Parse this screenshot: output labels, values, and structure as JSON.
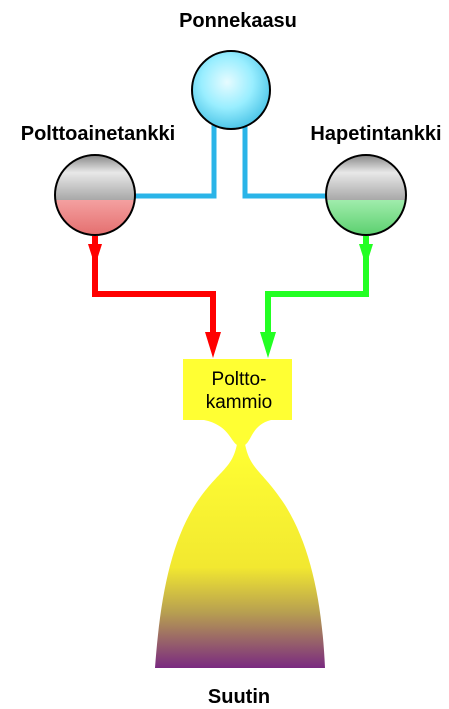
{
  "labels": {
    "pressurant": "Ponnekaasu",
    "fuel_tank": "Polttoainetankki",
    "oxidizer_tank": "Hapetintankki",
    "chamber_line1": "Poltto-",
    "chamber_line2": "kammio",
    "nozzle": "Suutin"
  },
  "colors": {
    "pressurant_gas": "#66ccff",
    "pressurant_line": "#2ab4e8",
    "fuel": "#f08080",
    "fuel_line": "#ff0000",
    "oxidizer": "#66dd77",
    "oxidizer_line": "#22ff22",
    "chamber": "#ffff33",
    "nozzle_exhaust": "#7a2a80",
    "tank_gas": "#a0a0a0"
  }
}
